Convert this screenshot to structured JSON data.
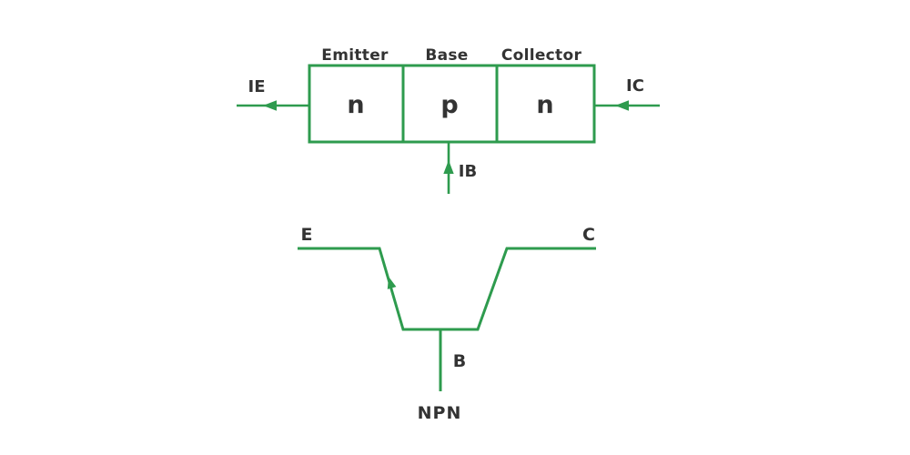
{
  "colors": {
    "green": "#2e9b4e",
    "text": "#333333",
    "background": "#ffffff"
  },
  "block_diagram": {
    "region_labels": [
      "Emitter",
      "Base",
      "Collector"
    ],
    "region_types": [
      "n",
      "p",
      "n"
    ],
    "currents": {
      "emitter": "IE",
      "collector": "IC",
      "base": "IB"
    }
  },
  "symbol": {
    "terminals": {
      "emitter": "E",
      "collector": "C",
      "base": "B"
    },
    "caption": "NPN"
  }
}
